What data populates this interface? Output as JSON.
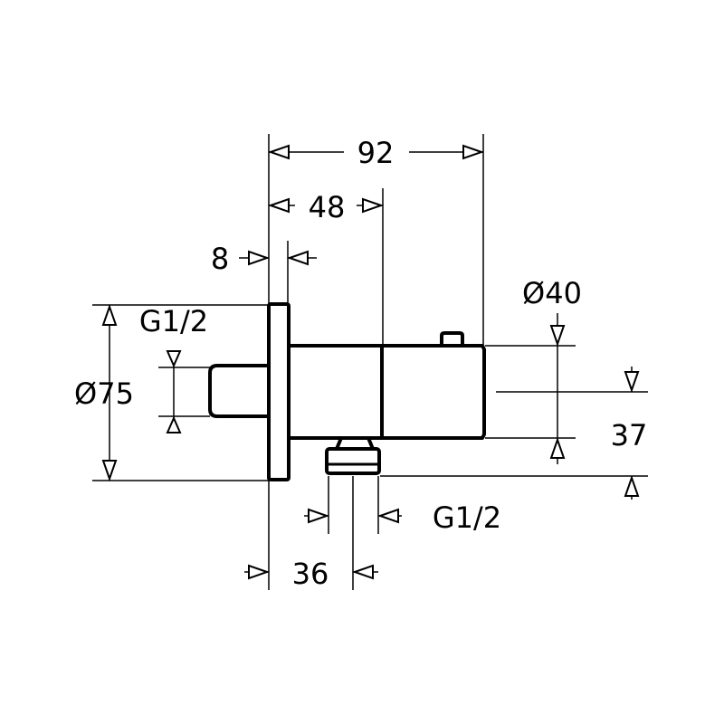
{
  "dimensions": {
    "overall_length": "92",
    "body_length": "48",
    "flange_thickness": "8",
    "body_diameter": "Ø40",
    "flange_diameter": "Ø75",
    "rear_thread": "G1/2",
    "outlet_thread": "G1/2",
    "outlet_offset": "36",
    "outlet_drop": "37"
  }
}
